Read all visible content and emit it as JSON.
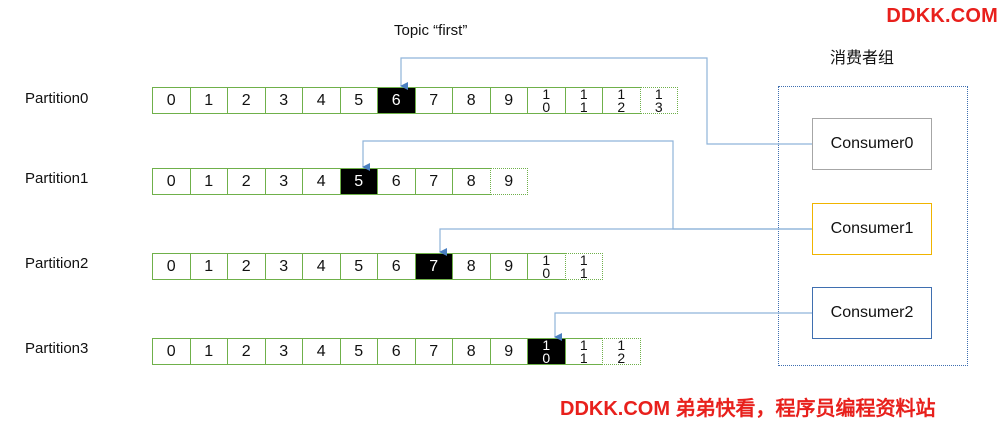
{
  "watermark": {
    "top": "DDKK.COM",
    "bottom": "DDKK.COM 弟弟快看，程序员编程资料站"
  },
  "topic": {
    "title": "Topic “first”"
  },
  "group": {
    "title": "消费者组"
  },
  "partitions": [
    {
      "label": "Partition0",
      "offsets": [
        "0",
        "1",
        "2",
        "3",
        "4",
        "5",
        "6",
        "7",
        "8",
        "9",
        "10",
        "11",
        "12",
        "13"
      ],
      "current_offset": "6",
      "last_offset_dotted": true
    },
    {
      "label": "Partition1",
      "offsets": [
        "0",
        "1",
        "2",
        "3",
        "4",
        "5",
        "6",
        "7",
        "8",
        "9"
      ],
      "current_offset": "5",
      "last_offset_dotted": true
    },
    {
      "label": "Partition2",
      "offsets": [
        "0",
        "1",
        "2",
        "3",
        "4",
        "5",
        "6",
        "7",
        "8",
        "9",
        "10",
        "11"
      ],
      "current_offset": "7",
      "last_offset_dotted": true
    },
    {
      "label": "Partition3",
      "offsets": [
        "0",
        "1",
        "2",
        "3",
        "4",
        "5",
        "6",
        "7",
        "8",
        "9",
        "10",
        "11",
        "12"
      ],
      "current_offset": "10",
      "last_offset_dotted": true
    }
  ],
  "consumers": [
    {
      "label": "Consumer0",
      "border_color": "#a6a6a6",
      "reads_partition": "Partition0"
    },
    {
      "label": "Consumer1",
      "border_color": "#f0b400",
      "reads_partition": "Partition1, Partition2"
    },
    {
      "label": "Consumer2",
      "border_color": "#3f6fb0",
      "reads_partition": "Partition3"
    }
  ],
  "colors": {
    "cell_border": "#6fb04a",
    "active_cell": "#000000",
    "connector": "#8fb4d9",
    "arrow": "#4a7fc0",
    "watermark": "#e8201c"
  }
}
